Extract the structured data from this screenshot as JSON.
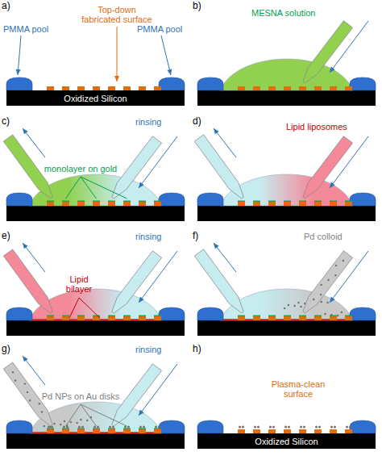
{
  "diagram": {
    "nodes": [
      {
        "text": [
          "Oxidized Silicon"
        ]
      },
      {
        "text": [
          "Oxidized Silicon"
        ]
      }
    ],
    "labels": [
      "a)",
      "PMMA pool",
      "Top-down fabricated surface",
      "PMMA pool",
      "b)",
      "MESNA solution",
      "c)",
      "rinsing",
      "monolayer on gold",
      "d)",
      "Lipid liposomes",
      "e)",
      "rinsing",
      "Lipid bilayer",
      "f)",
      "Pd colloid",
      "g)",
      "rinsing",
      "Pd NPs on Au disks",
      "h)",
      "Plasma-clean surface"
    ]
  }
}
